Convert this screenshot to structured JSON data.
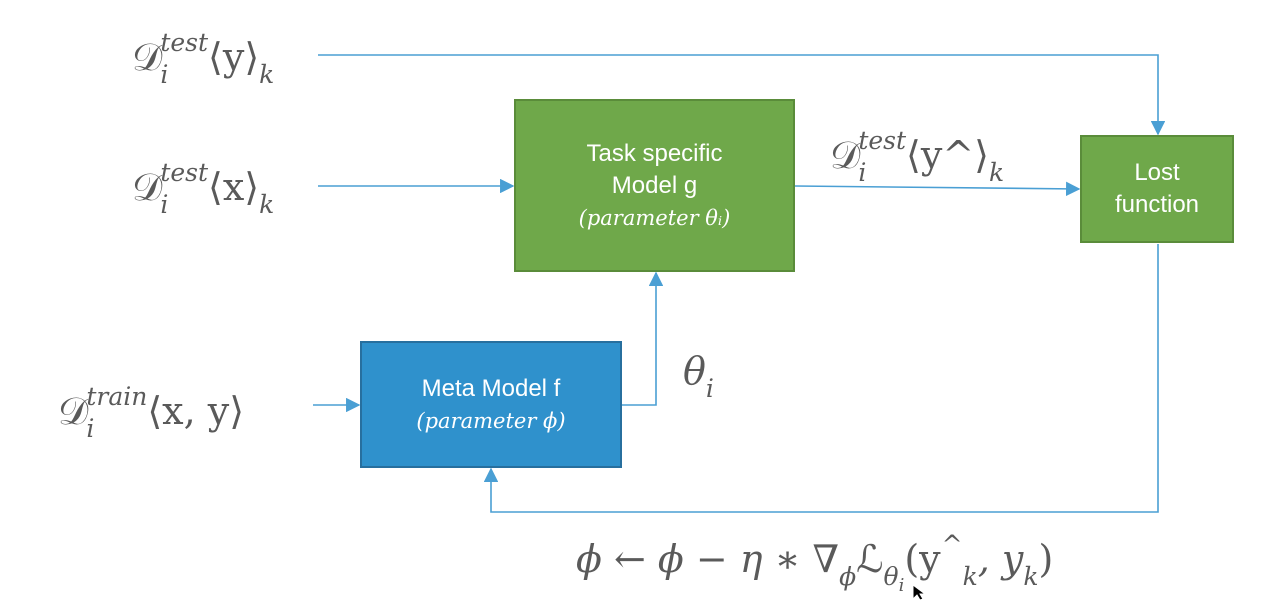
{
  "diagram": {
    "inputs": {
      "test_y": {
        "main": "𝒟",
        "sub": "i",
        "sup": "test",
        "body": "⟨y⟩",
        "sub2": "k"
      },
      "test_x": {
        "main": "𝒟",
        "sub": "i",
        "sup": "test",
        "body": "⟨x⟩",
        "sub2": "k"
      },
      "train_xy": {
        "main": "𝒟",
        "sub": "i",
        "sup": "train",
        "body": "⟨x, y⟩"
      }
    },
    "prediction": {
      "main": "𝒟",
      "sub": "i",
      "sup": "test",
      "body": "⟨y^⟩",
      "sub2": "k"
    },
    "theta_label": {
      "main": "θ",
      "sub": "i"
    },
    "boxes": {
      "task_model": {
        "line1": "Task specific",
        "line2": "Model g",
        "param": "(parameter θᵢ)"
      },
      "loss": {
        "line1": "Lost",
        "line2": "function"
      },
      "meta_model": {
        "line1": "Meta Model f",
        "param": "(parameter ϕ)"
      }
    },
    "update_rule": {
      "lhs": "ϕ ← ϕ − η ∗ ∇",
      "grad_sub": "ϕ",
      "loss": "ℒ",
      "loss_sub": "θ",
      "loss_sub_sub": "i",
      "args_open": "(y",
      "yhat_sup": "^",
      "yhat_sub": "k",
      "mid": ", y",
      "yk_sub": "k",
      "args_close": ")"
    },
    "colors": {
      "green_box": "#6fa84a",
      "blue_box": "#2f91cc",
      "arrow": "#4a9fd4",
      "text": "#5a5a5a"
    }
  }
}
